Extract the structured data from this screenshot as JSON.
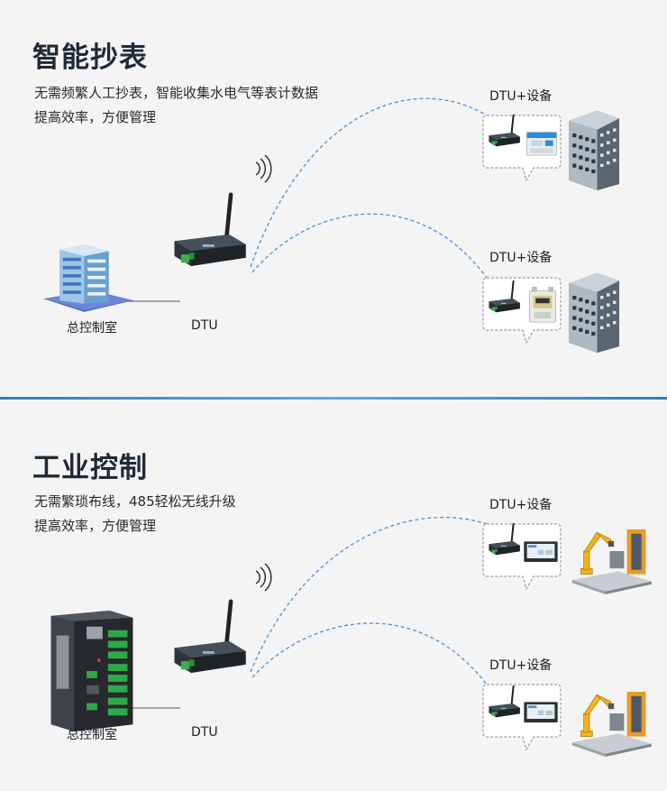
{
  "sections": [
    {
      "title": "智能抄表",
      "desc_line1": "无需频繁人工抄表，智能收集水电气等表计数据",
      "desc_line2": "提高效率，方便管理",
      "control_label": "总控制室",
      "dtu_label": "DTU",
      "bubble1_label": "DTU+设备",
      "bubble2_label": "DTU+设备"
    },
    {
      "title": "工业控制",
      "desc_line1": "无需繁琐布线，485轻松无线升级",
      "desc_line2": "提高效率，方便管理",
      "control_label": "总控制室",
      "dtu_label": "DTU",
      "bubble1_label": "DTU+设备",
      "bubble2_label": "DTU+设备"
    }
  ],
  "icons": {
    "building": "office-building-icon",
    "dtu": "dtu-router-icon",
    "plc": "plc-controller-icon",
    "meter": "electric-meter-icon",
    "gas": "gas-meter-icon",
    "hmi": "touch-panel-icon",
    "robot": "industrial-robot-icon",
    "signal": "wireless-signal-icon"
  },
  "colors": {
    "link_dash": "#4f8fd6",
    "divider": "#2f7fb8",
    "title": "#1f2a36"
  }
}
